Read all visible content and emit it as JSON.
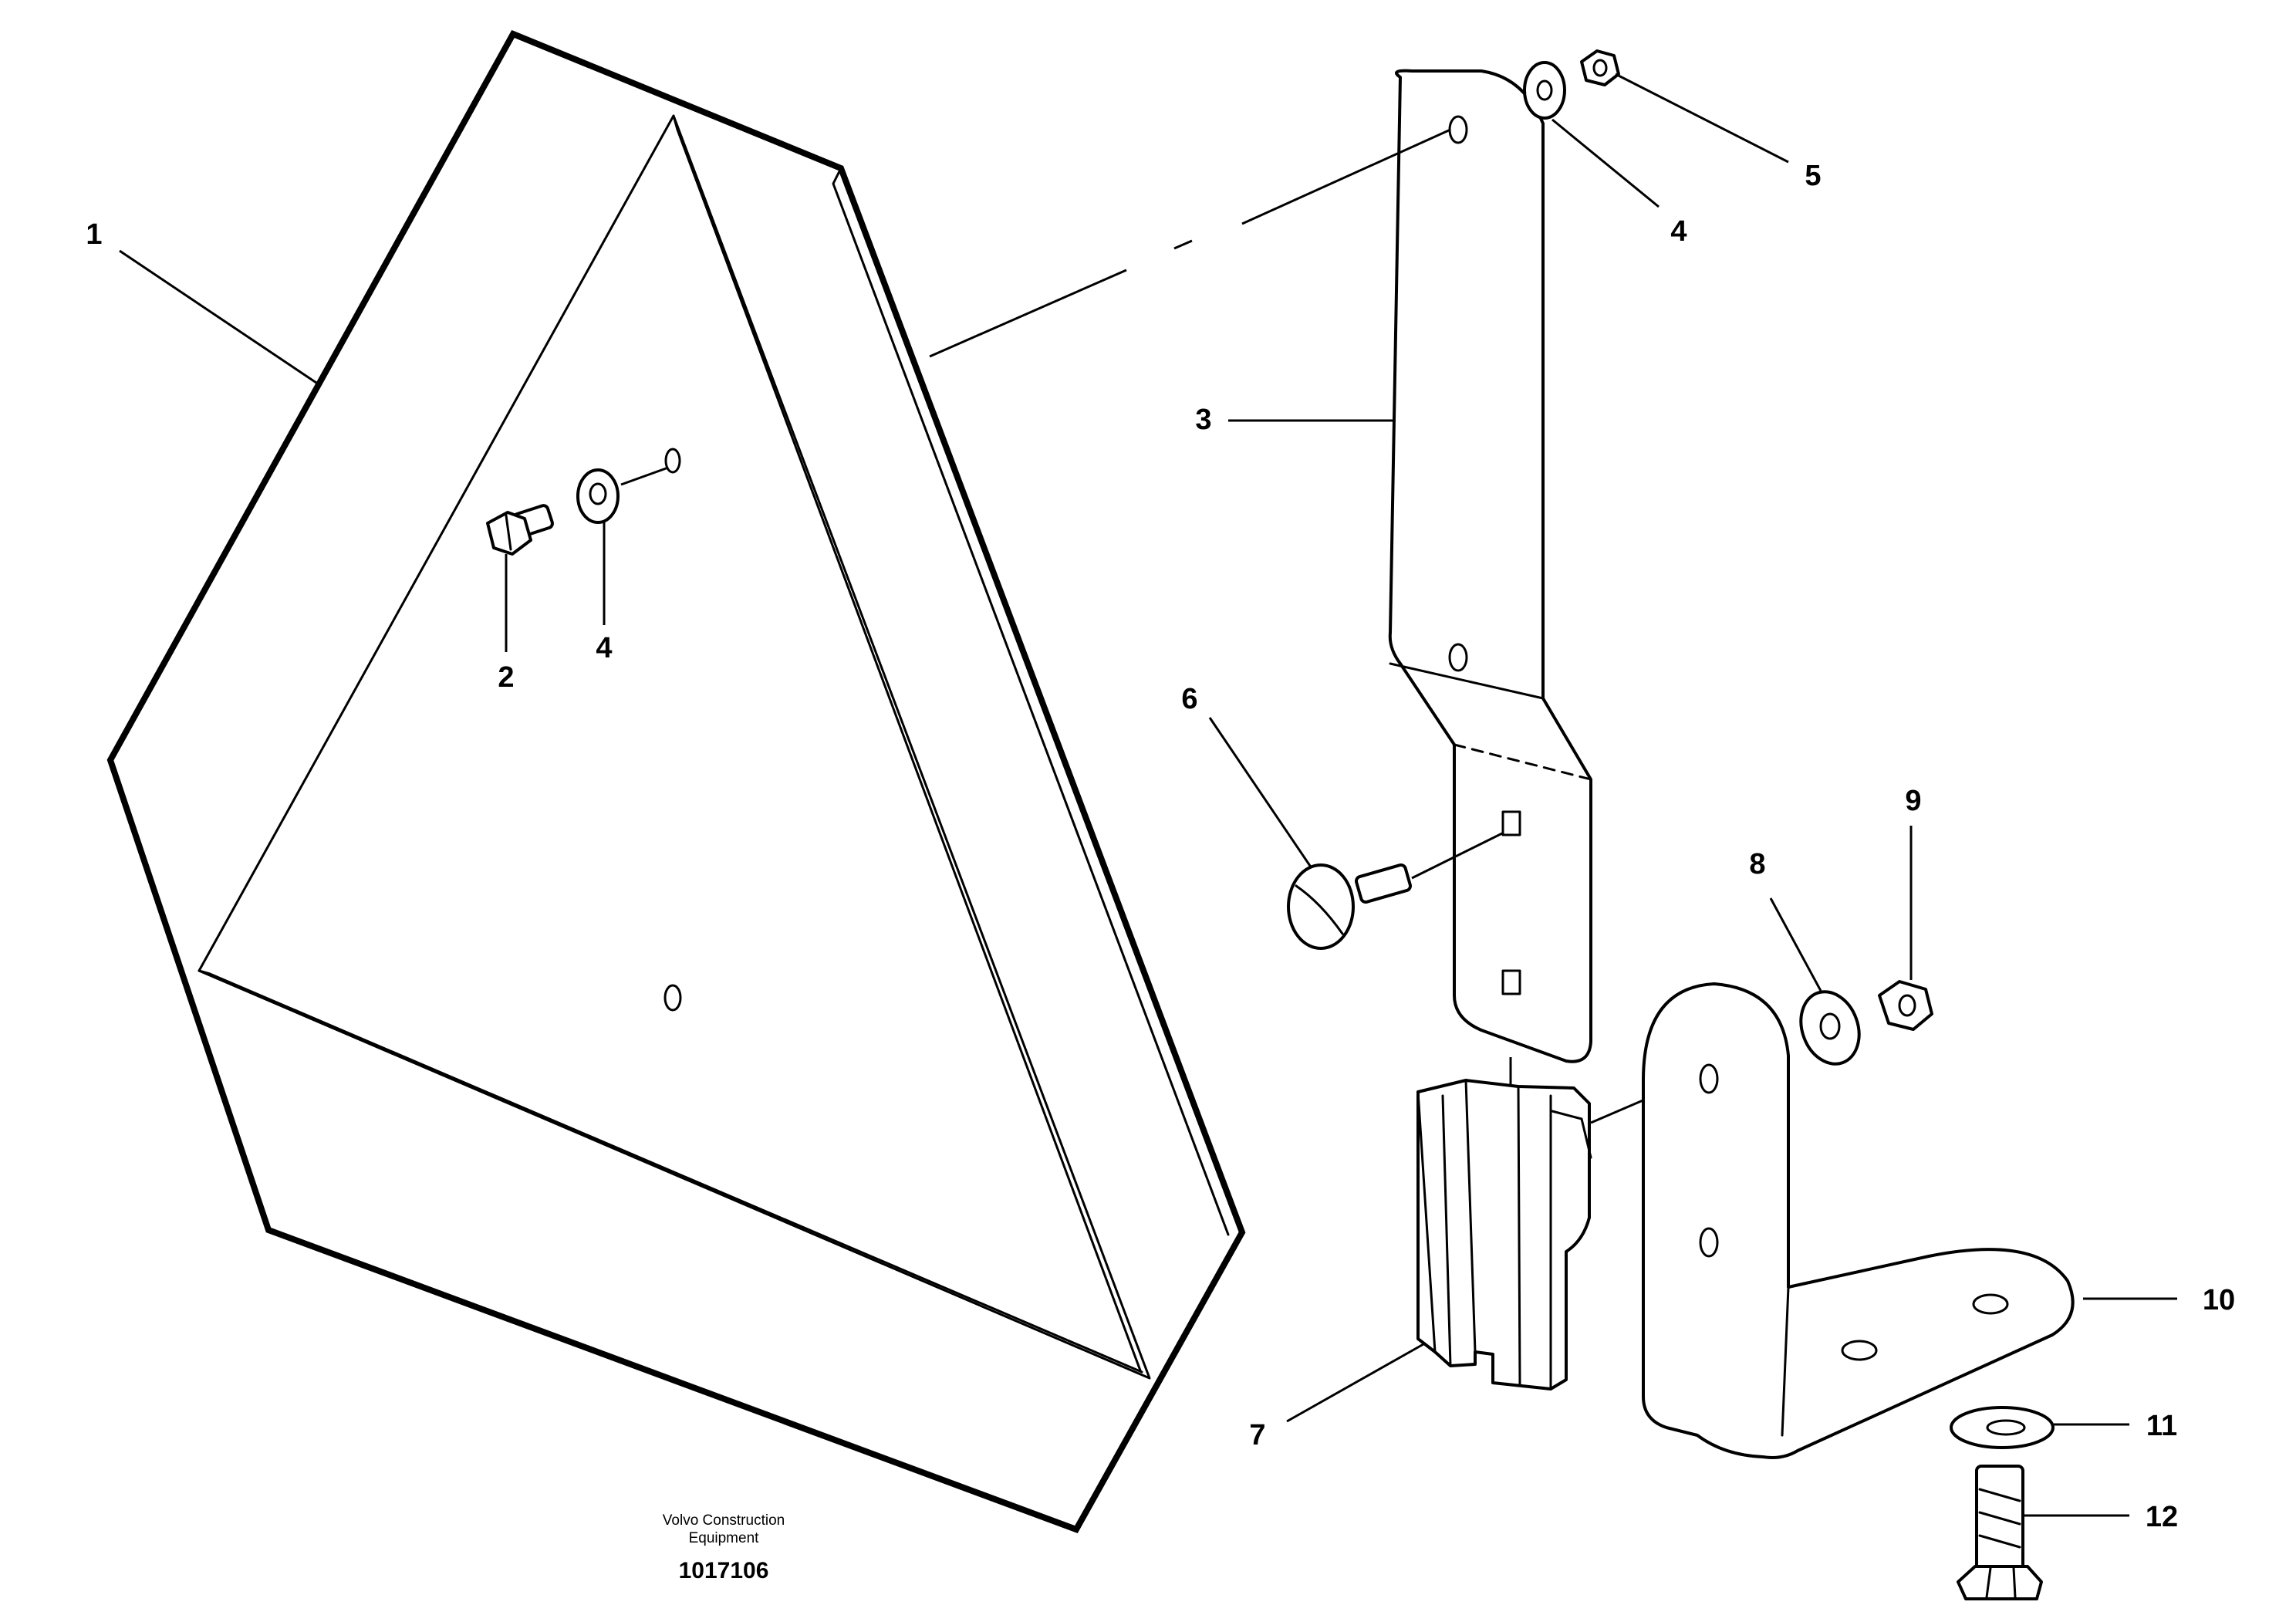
{
  "callouts": [
    {
      "id": "1",
      "text": "1"
    },
    {
      "id": "2",
      "text": "2"
    },
    {
      "id": "3",
      "text": "3"
    },
    {
      "id": "4a",
      "text": "4"
    },
    {
      "id": "4b",
      "text": "4"
    },
    {
      "id": "5",
      "text": "5"
    },
    {
      "id": "6",
      "text": "6"
    },
    {
      "id": "7",
      "text": "7"
    },
    {
      "id": "8",
      "text": "8"
    },
    {
      "id": "9",
      "text": "9"
    },
    {
      "id": "10",
      "text": "10"
    },
    {
      "id": "11",
      "text": "11"
    },
    {
      "id": "12",
      "text": "12"
    }
  ],
  "caption": {
    "line1": "Volvo Construction",
    "line2": "Equipment",
    "number": "1017106"
  }
}
